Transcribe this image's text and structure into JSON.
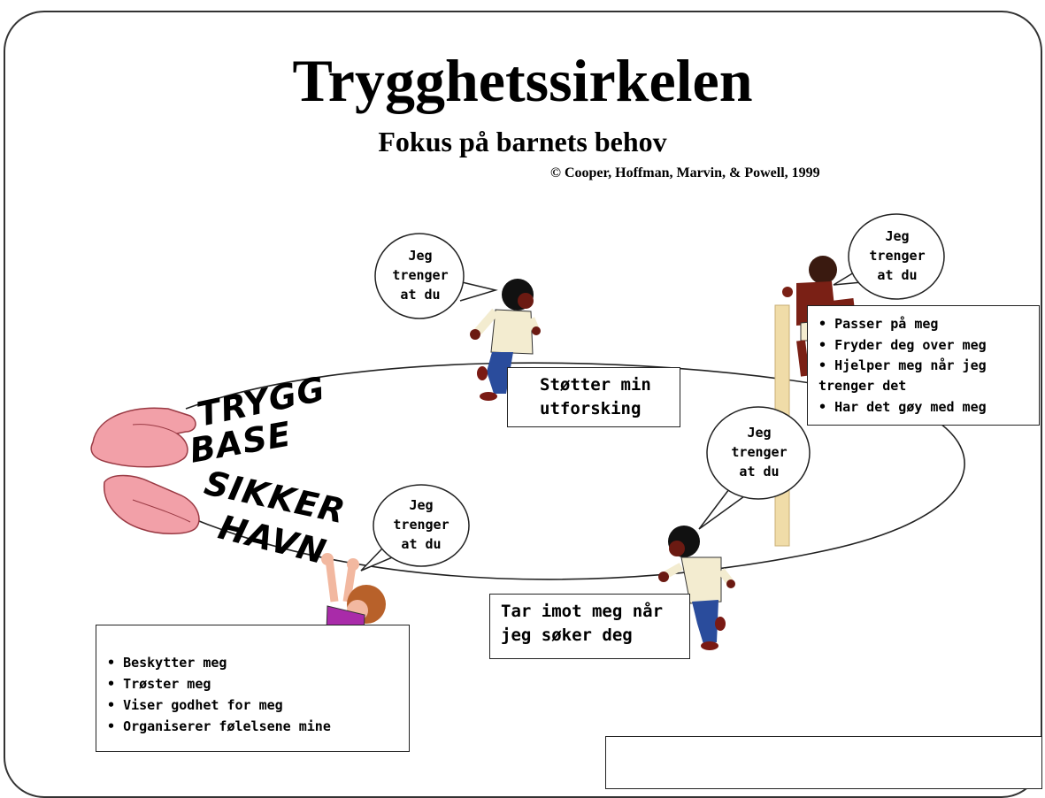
{
  "title": "Trygghetssirkelen",
  "subtitle": "Fokus på barnets behov",
  "copyright": "© Cooper, Hoffman, Marvin, & Powell, 1999",
  "labels": {
    "trygg": "TRYGG",
    "base": "BASE",
    "sikker": "SIKKER",
    "havn": "HAVN"
  },
  "bubbles": {
    "top_left": "Jeg\ntrenger\nat du",
    "top_right": "Jeg\ntrenger\nat du",
    "mid_right": "Jeg\ntrenger\nat du",
    "bottom_left": "Jeg\ntrenger\nat du"
  },
  "boxes": {
    "stotter": "Støtter min\nutforsking",
    "top_right_items": [
      "Passer på meg",
      "Fryder deg over meg",
      "Hjelper meg når jeg\ntrenger det",
      "Har det gøy med meg"
    ],
    "tar_imot": "Tar imot meg når\njeg søker deg",
    "bottom_left_items": [
      "Beskytter meg",
      "Trøster meg",
      "Viser godhet for meg",
      "Organiserer følelsene mine"
    ]
  },
  "colors": {
    "hands": "#f2a0a8",
    "skin_dark": "#6b1a12",
    "shirt": "#f3ecd0",
    "pants": "#2a4c9c",
    "shirt_purple": "#a92ba9",
    "hair_light": "#b8612a",
    "pole": "#f0dca8"
  }
}
